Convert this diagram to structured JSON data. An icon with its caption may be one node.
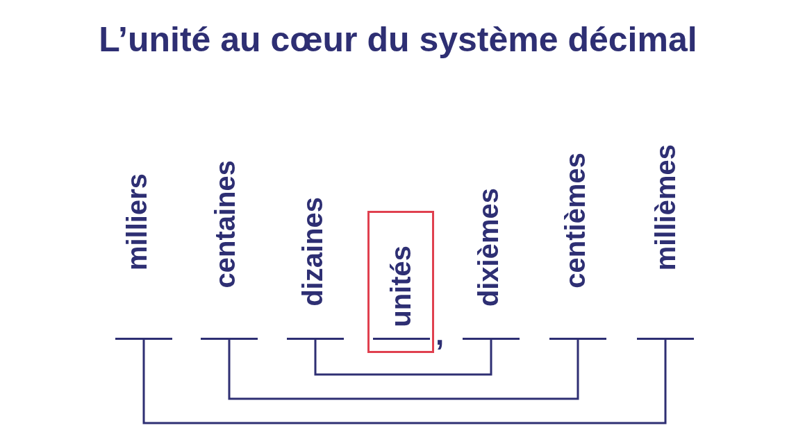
{
  "diagram": {
    "title": "L’unité au cœur du système décimal",
    "nodes": [
      {
        "text": [],
        "shape": "bar",
        "beside": [
          "milliers"
        ]
      },
      {
        "text": [],
        "shape": "bar",
        "beside": [
          "centaines"
        ]
      },
      {
        "text": [],
        "shape": "bar",
        "beside": [
          "dizaines"
        ]
      },
      {
        "text": [
          "unités"
        ]
      },
      {
        "text": [],
        "shape": "bar",
        "in": 3
      },
      {
        "text": [],
        "shape": "bar",
        "beside": [
          "dixièmes"
        ]
      },
      {
        "text": [],
        "shape": "bar",
        "beside": [
          "centièmes"
        ]
      },
      {
        "text": [],
        "shape": "bar",
        "beside": [
          "millièmes"
        ]
      }
    ],
    "edges": [
      {
        "from": 0,
        "to": 7,
        "arrow": "none"
      },
      {
        "from": 1,
        "to": 6,
        "arrow": "none"
      },
      {
        "from": 2,
        "to": 5,
        "arrow": "none"
      }
    ],
    "labels": [
      ","
    ]
  }
}
